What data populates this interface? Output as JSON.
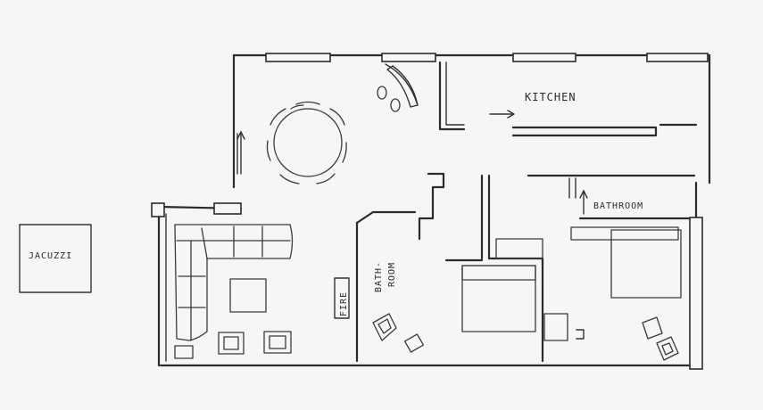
{
  "labels": {
    "kitchen": "KITCHEN",
    "bathroom_top": "BATHROOM",
    "bath": "BATH-",
    "room": "ROOM",
    "fire": "FIRE",
    "jacuzzi": "JACUZZI"
  },
  "colors": {
    "ink": "#2b2b2b",
    "paper": "#f6f6f4"
  }
}
